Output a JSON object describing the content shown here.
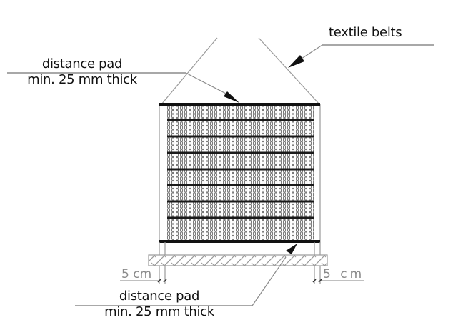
{
  "diagram": {
    "type": "technical-drawing",
    "subject": "stacked load on pallet secured with textile belts",
    "labels": {
      "top_pad": {
        "line1": "distance pad",
        "line2": "min. 25 mm thick"
      },
      "textile_belts": "textile belts",
      "bottom_pad": {
        "line1": "distance pad",
        "line2": "min. 25 mm thick"
      },
      "dim_left": "5 cm",
      "dim_right": "5 cm"
    },
    "stack": {
      "layers": 8,
      "separator_lines": 7
    },
    "colors": {
      "line": "#9a9a9a",
      "dark": "#111111",
      "stack_fill": "#bdbdbd",
      "background": "#ffffff"
    }
  }
}
